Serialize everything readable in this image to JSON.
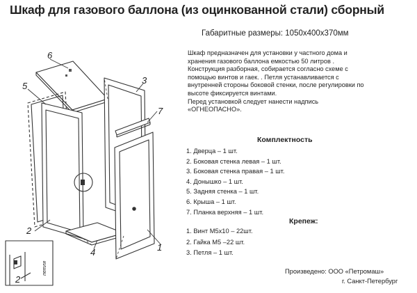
{
  "title": "Шкаф для газового баллона (из оцинкованной стали) сборный",
  "dimensions": "Габаритные размеры: 1050х400х370мм",
  "description": [
    "Шкаф предназначен для установки у частного дома и",
    "хранения  газового баллона емкостью 50 литров .",
    "Конструкция разборная, собирается согласно схеме с",
    "помощью винтов и гаек. . Петля устанавливается с",
    "внутренней стороны боковой стенки, после регулировки по",
    "высоте фиксируется винтами.",
    "Перед  установкой следует нанести надпись",
    "«ОГНЕОПАСНО»."
  ],
  "kit": {
    "heading": "Комплектность",
    "items": [
      "1.  Дверца – 1 шт.",
      "2.  Боковая стенка  левая  – 1 шт.",
      "3.  Боковая стенка правая – 1 шт.",
      "4.  Донышко – 1 шт.",
      "5.  Задняя стенка – 1 шт.",
      "6.  Крыша – 1 шт.",
      "7.  Планка верхняя – 1 шт."
    ]
  },
  "fasteners": {
    "heading": "Крепеж:",
    "items": [
      "1.     Винт М5х10 – 22шт.",
      "2.  Гайка М5 –22 шт.",
      "3.  Петля – 1 шт."
    ]
  },
  "manufacturer": {
    "line1": "Произведено: ООО «Петромаш»",
    "line2": "г. Санкт-Петербург"
  },
  "diagram": {
    "callouts": [
      "6",
      "5",
      "7",
      "2",
      "3",
      "4",
      "1"
    ],
    "detail_callout": "2",
    "detail_label": "петля"
  }
}
